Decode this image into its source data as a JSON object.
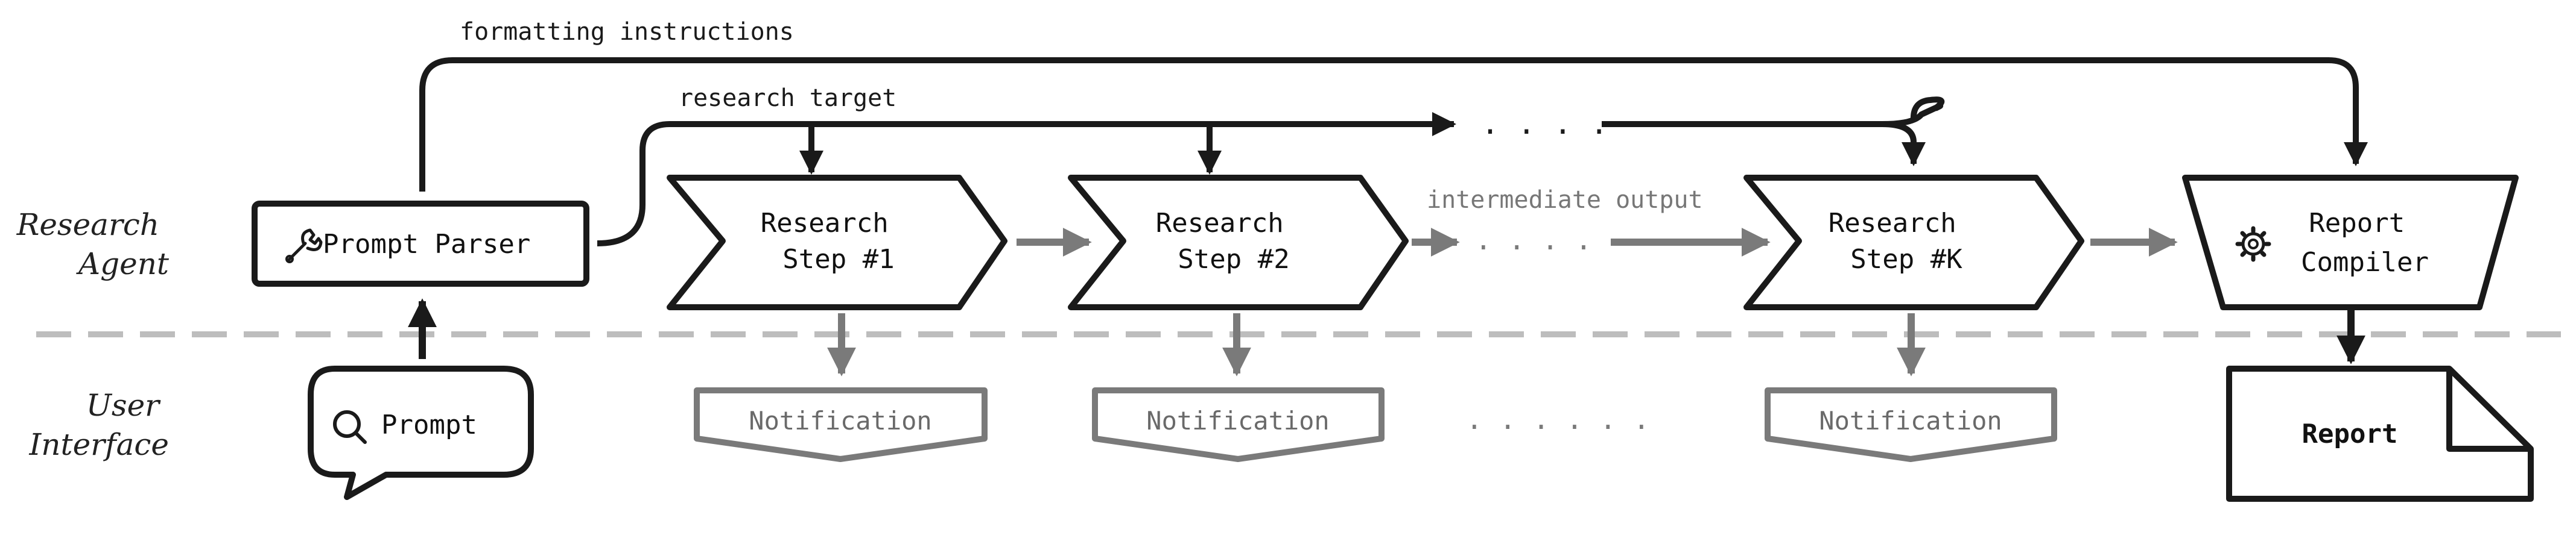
{
  "lanes": {
    "agent": [
      "Research",
      "Agent"
    ],
    "ui": [
      "User",
      "Interface"
    ]
  },
  "edges": {
    "formatting": "formatting instructions",
    "target": "research target",
    "intermediate": "intermediate output"
  },
  "nodes": {
    "prompt_parser": "Prompt Parser",
    "prompt": "Prompt",
    "step1": [
      "Research",
      "Step #1"
    ],
    "step2": [
      "Research",
      "Step #2"
    ],
    "stepk": [
      "Research",
      "Step #K"
    ],
    "compiler": [
      "Report",
      "Compiler"
    ],
    "report": "Report"
  },
  "notifications": [
    "Notification",
    "Notification",
    "Notification"
  ],
  "ellipsis": {
    "top": ". . . .",
    "middle": ". . . .",
    "bottom": ". . . . . ."
  },
  "icons": {
    "parser": "wrench-icon",
    "prompt": "search-icon",
    "compiler": "gear-icon"
  },
  "colors": {
    "stroke": "#1a1a1a",
    "muted": "#7a7a7a",
    "divider": "#bdbdbd"
  }
}
